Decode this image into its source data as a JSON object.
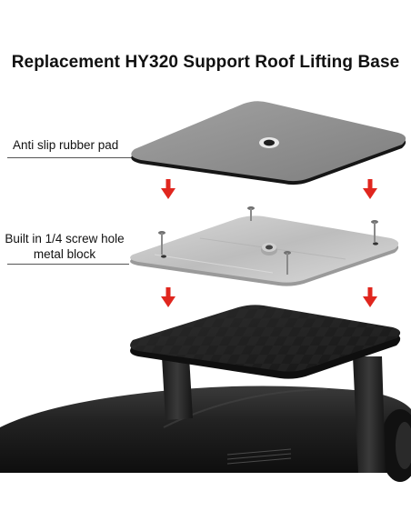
{
  "title": "Replacement HY320 Support Roof Lifting Base",
  "labels": {
    "rubber_pad": "Anti slip rubber pad",
    "metal_block_line1": "Built in 1/4 screw hole",
    "metal_block_line2": "metal block"
  },
  "colors": {
    "arrow": "#e0261e",
    "rubber_pad": "#8f8f8f",
    "pad_edge": "#1a1a1a",
    "metal_plate": "#c9c9c9",
    "projector_body": "#1e1e1e"
  },
  "icons": [
    "down-arrow-icon",
    "screw-icon"
  ]
}
